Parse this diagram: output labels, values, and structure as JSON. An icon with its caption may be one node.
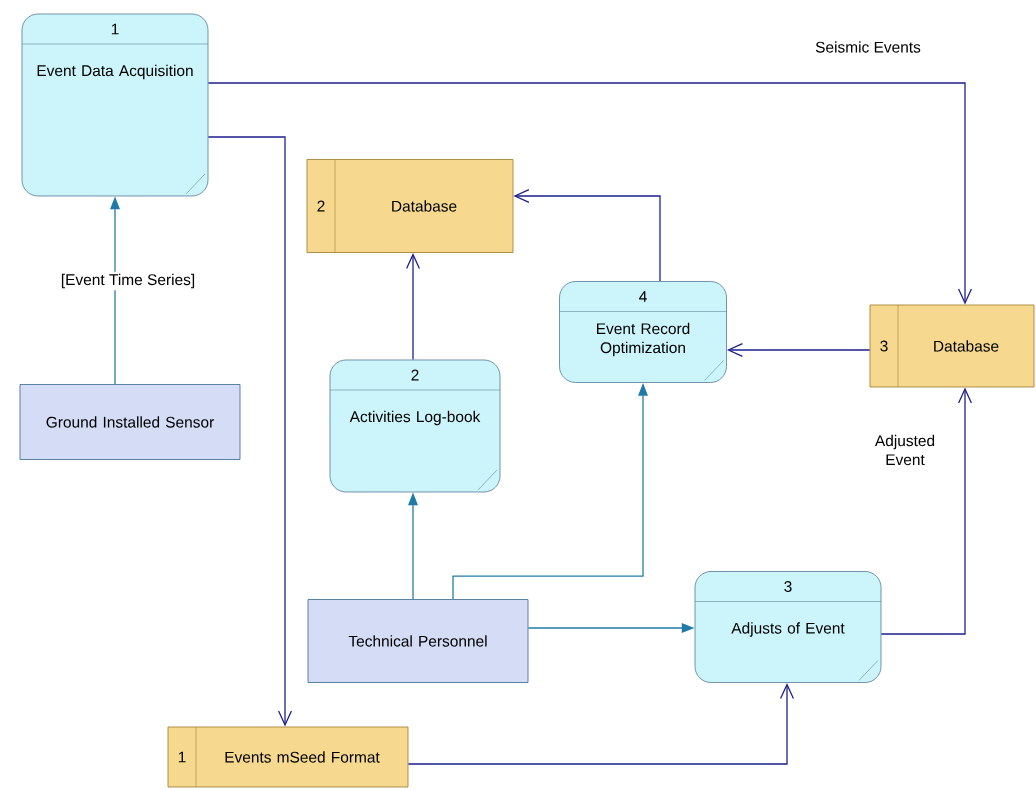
{
  "diagram": {
    "nodes": [
      {
        "text": [
          "1",
          "Event Data Acquisition"
        ]
      },
      {
        "text": [
          "2",
          "Database"
        ]
      },
      {
        "text": [
          "4",
          "Event Record Optimization"
        ]
      },
      {
        "text": [
          "3",
          "Database"
        ]
      },
      {
        "text": [
          "Ground Installed Sensor"
        ]
      },
      {
        "text": [
          "2",
          "Activities Log-book"
        ]
      },
      {
        "text": [
          "Technical Personnel"
        ]
      },
      {
        "text": [
          "3",
          "Adjusts of Event"
        ]
      },
      {
        "text": [
          "1",
          "Events mSeed Format"
        ]
      }
    ],
    "edges": [
      {
        "from": 4,
        "to": 0,
        "arrow": "to",
        "label": "[Event Time Series]",
        "color": "#1f7aa8"
      },
      {
        "from": 0,
        "to": 3,
        "arrow": "to",
        "label": "Seismic Events"
      },
      {
        "from": 0,
        "to": 8,
        "arrow": "to"
      },
      {
        "from": 5,
        "to": 1,
        "arrow": "to"
      },
      {
        "from": 2,
        "to": 1,
        "arrow": "to"
      },
      {
        "from": 3,
        "to": 2,
        "arrow": "to"
      },
      {
        "from": 6,
        "to": 5,
        "arrow": "to",
        "color": "#1f7aa8"
      },
      {
        "from": 6,
        "to": 2,
        "arrow": "to",
        "color": "#1f7aa8"
      },
      {
        "from": 6,
        "to": 7,
        "arrow": "to",
        "color": "#1f7aa8"
      },
      {
        "from": 7,
        "to": 3,
        "arrow": "to",
        "label": "Adjusted Event"
      },
      {
        "from": 8,
        "to": 7,
        "arrow": "to"
      }
    ]
  }
}
